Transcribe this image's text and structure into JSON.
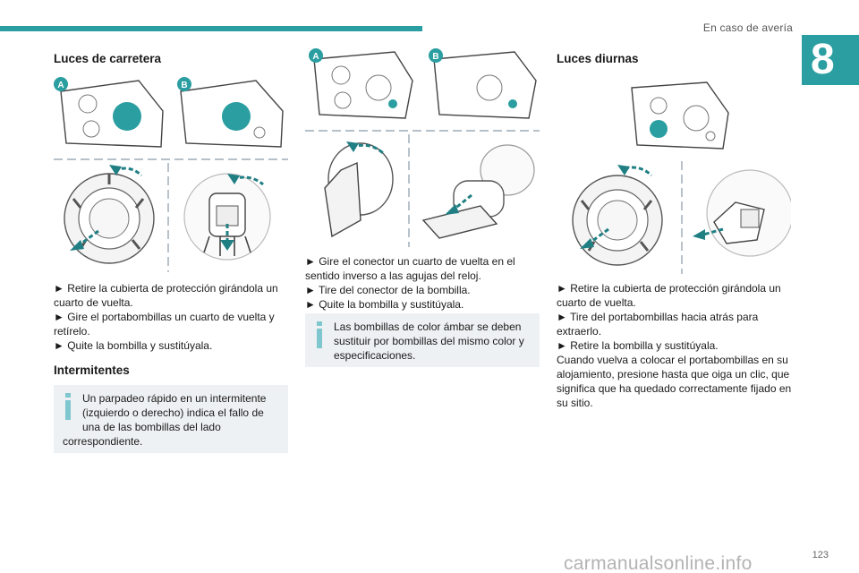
{
  "header": {
    "section": "En caso de avería",
    "chapter": "8"
  },
  "col1": {
    "title": "Luces de carretera",
    "badge_a": "A",
    "badge_b": "B",
    "steps": [
      "► Retire la cubierta de protección girándola un cuarto de vuelta.",
      "► Gire el portabombillas un cuarto de vuelta y retírelo.",
      "► Quite la bombilla y sustitúyala."
    ],
    "subtitle": "Intermitentes",
    "note": "Un parpadeo rápido en un intermitente (izquierdo o derecho) indica el fallo de una de las bombillas del lado correspondiente."
  },
  "col2": {
    "badge_a": "A",
    "badge_b": "B",
    "steps": [
      "► Gire el conector un cuarto de vuelta en el sentido inverso a las agujas del reloj.",
      "► Tire del conector de la bombilla.",
      "► Quite la bombilla y sustitúyala."
    ],
    "note": "Las bombillas de color ámbar se deben sustituir por bombillas del mismo color y especificaciones."
  },
  "col3": {
    "title": "Luces diurnas",
    "steps": [
      "► Retire la cubierta de protección girándola un cuarto de vuelta.",
      "► Tire del portabombillas hacia atrás para extraerlo.",
      "► Retire la bombilla y sustitúyala.",
      "Cuando vuelva a colocar el portabombillas en su alojamiento, presione hasta que oiga un clic, que significa que ha quedado correctamente fijado en su sitio."
    ]
  },
  "footer": {
    "page": "123",
    "watermark": "carmanualsonline.info"
  },
  "colors": {
    "accent": "#2a9ea1",
    "note_bg": "#eef1f3",
    "info_icon": "#7fc7cf"
  },
  "icons": [
    "info-icon",
    "arrow-icon"
  ]
}
